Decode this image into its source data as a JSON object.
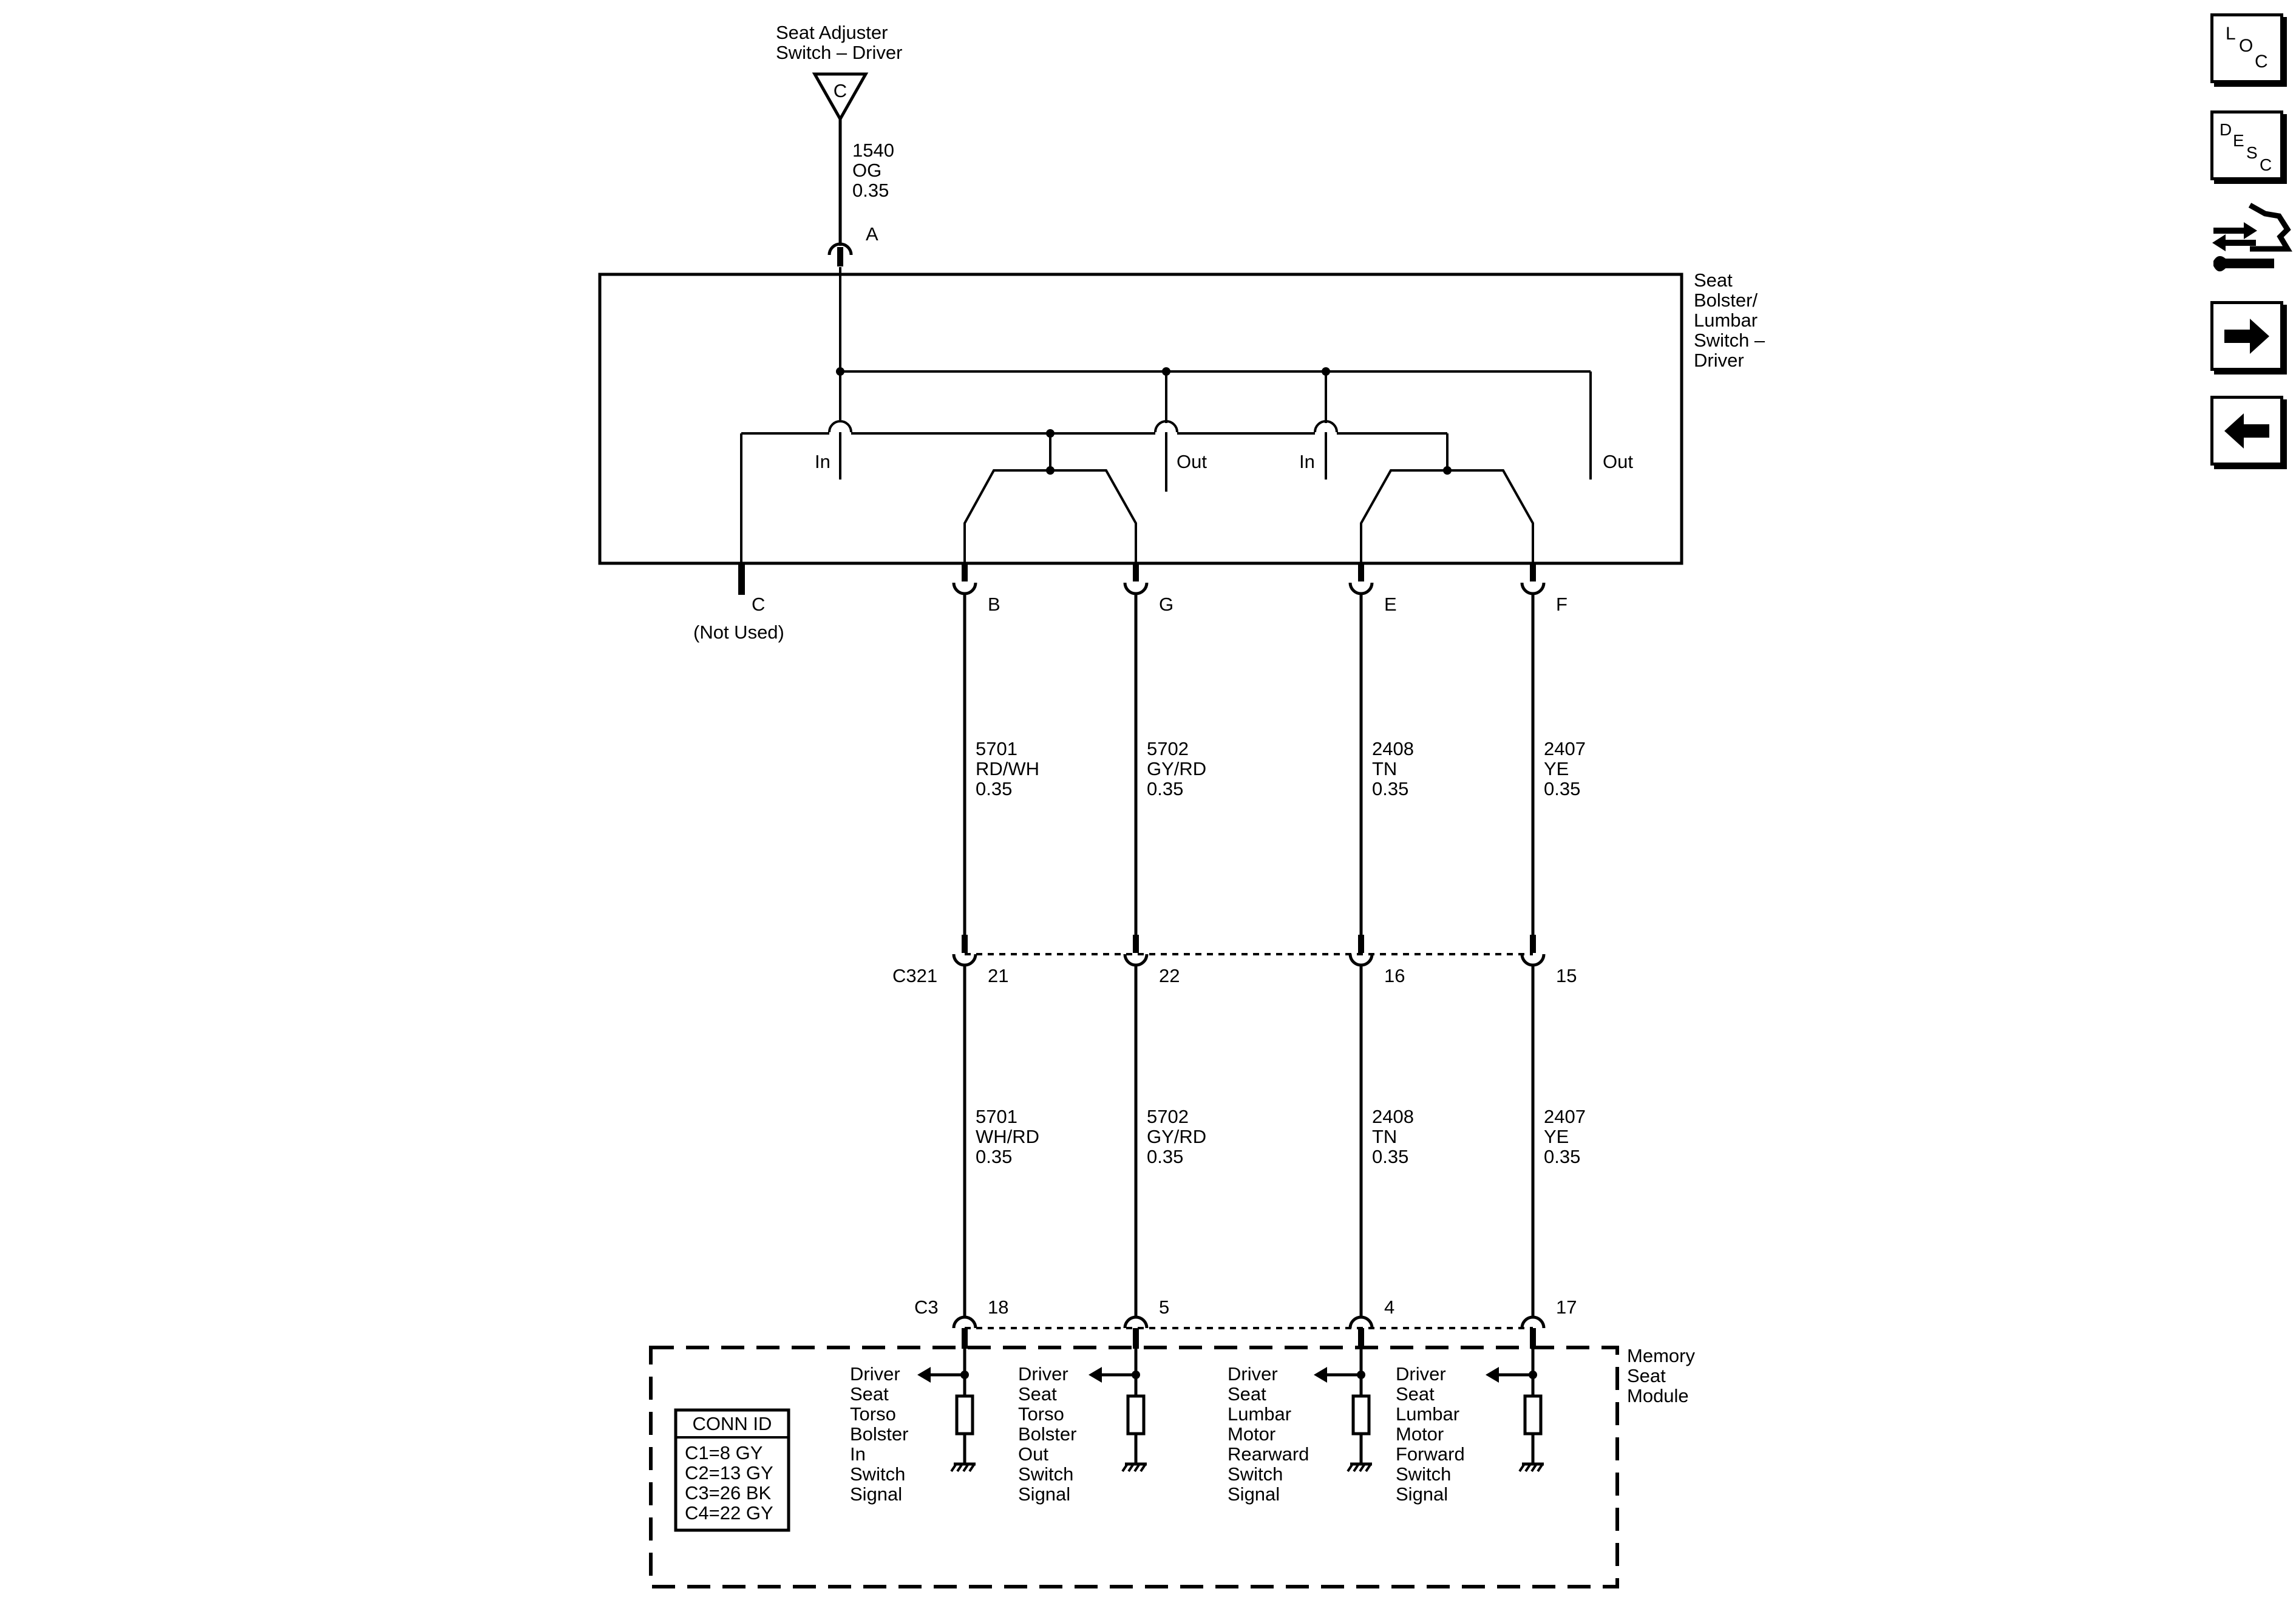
{
  "top_connector": {
    "name_line1": "Seat Adjuster",
    "name_line2": "Switch – Driver",
    "pin": "C"
  },
  "feed_wire": {
    "circuit": "1540",
    "color": "OG",
    "gauge": "0.35",
    "pin": "A"
  },
  "switch": {
    "name_lines": [
      "Seat",
      "Bolster/",
      "Lumbar",
      "Switch –",
      "Driver"
    ],
    "contacts": [
      "In",
      "Out",
      "In",
      "Out"
    ],
    "pin_c": "C",
    "pin_c_note": "(Not Used)",
    "pins": [
      "B",
      "G",
      "E",
      "F"
    ]
  },
  "upper_wires": [
    {
      "circuit": "5701",
      "color": "RD/WH",
      "gauge": "0.35"
    },
    {
      "circuit": "5702",
      "color": "GY/RD",
      "gauge": "0.35"
    },
    {
      "circuit": "2408",
      "color": "TN",
      "gauge": "0.35"
    },
    {
      "circuit": "2407",
      "color": "YE",
      "gauge": "0.35"
    }
  ],
  "inline_connector": {
    "name": "C321",
    "pins": [
      "21",
      "22",
      "16",
      "15"
    ]
  },
  "lower_wires": [
    {
      "circuit": "5701",
      "color": "WH/RD",
      "gauge": "0.35"
    },
    {
      "circuit": "5702",
      "color": "GY/RD",
      "gauge": "0.35"
    },
    {
      "circuit": "2408",
      "color": "TN",
      "gauge": "0.35"
    },
    {
      "circuit": "2407",
      "color": "YE",
      "gauge": "0.35"
    }
  ],
  "module_connector": {
    "name": "C3",
    "pins": [
      "18",
      "5",
      "4",
      "17"
    ]
  },
  "module": {
    "name_lines": [
      "Memory",
      "Seat",
      "Module"
    ],
    "signals": [
      [
        "Driver",
        "Seat",
        "Torso",
        "Bolster",
        "In",
        "Switch",
        "Signal"
      ],
      [
        "Driver",
        "Seat",
        "Torso",
        "Bolster",
        "Out",
        "Switch",
        "Signal"
      ],
      [
        "Driver",
        "Seat",
        "Lumbar",
        "Motor",
        "Rearward",
        "Switch",
        "Signal"
      ],
      [
        "Driver",
        "Seat",
        "Lumbar",
        "Motor",
        "Forward",
        "Switch",
        "Signal"
      ]
    ]
  },
  "conn_id": {
    "title": "CONN ID",
    "rows": [
      "C1=8 GY",
      "C2=13 GY",
      "C3=26 BK",
      "C4=22 GY"
    ]
  },
  "nav": {
    "loc": {
      "letters": [
        "L",
        "O",
        "C"
      ],
      "icon": "loc-icon"
    },
    "desc": {
      "letters": [
        "D",
        "E",
        "S",
        "C"
      ],
      "icon": "desc-icon"
    },
    "connector_icon": "connector-end-view-icon",
    "next_icon": "arrow-right-icon",
    "prev_icon": "arrow-left-icon"
  }
}
